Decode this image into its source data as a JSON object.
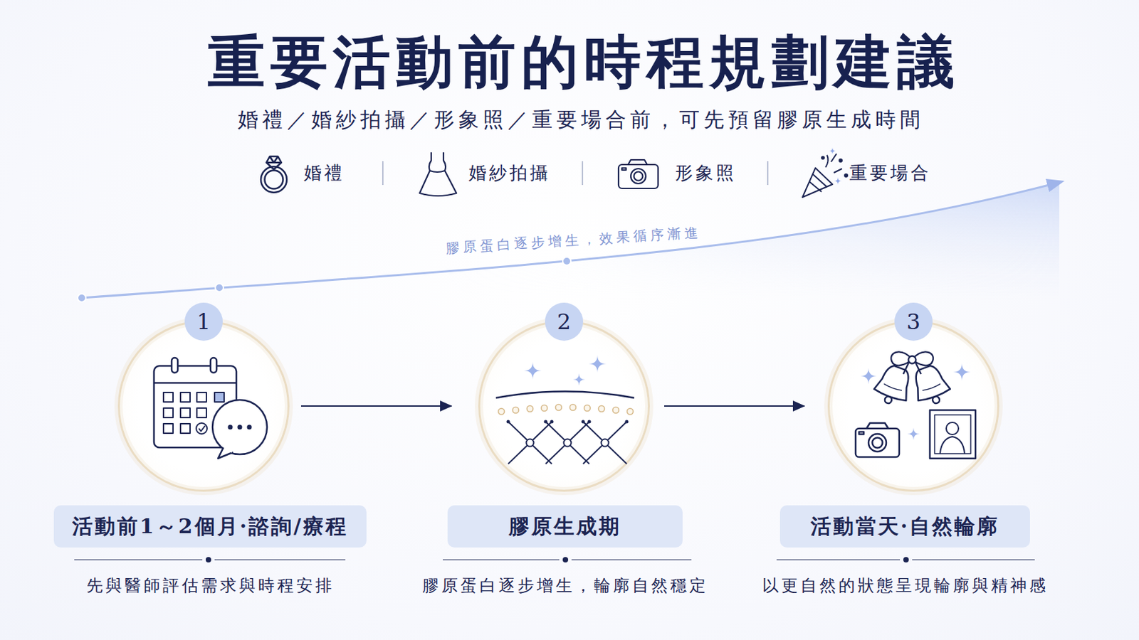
{
  "diagram": {
    "title": "重要活動前的時程規劃建議",
    "nodes": [
      {
        "text": [
          "1"
        ]
      },
      {
        "text": [
          "活動前1～2個月·諮詢/療程",
          "先與醫師評估需求與時程安排"
        ]
      },
      {
        "text": [
          "2"
        ]
      },
      {
        "text": [
          "膠原生成期",
          "膠原蛋白逐步增生，輪廓自然穩定"
        ]
      },
      {
        "text": [
          "3"
        ]
      },
      {
        "text": [
          "活動當天·自然輪廓",
          "以更自然的狀態呈現輪廓與精神感"
        ]
      }
    ],
    "edges": [
      {
        "from": 0,
        "to": 2,
        "arrow": "to"
      },
      {
        "from": 2,
        "to": 4,
        "arrow": "to"
      }
    ],
    "labels": [
      "婚禮／婚紗拍攝／形象照／重要場合前，可先預留膠原生成時間",
      "婚禮",
      "婚紗拍攝",
      "形象照",
      "重要場合",
      "膠原蛋白逐步增生，效果循序漸進"
    ]
  }
}
